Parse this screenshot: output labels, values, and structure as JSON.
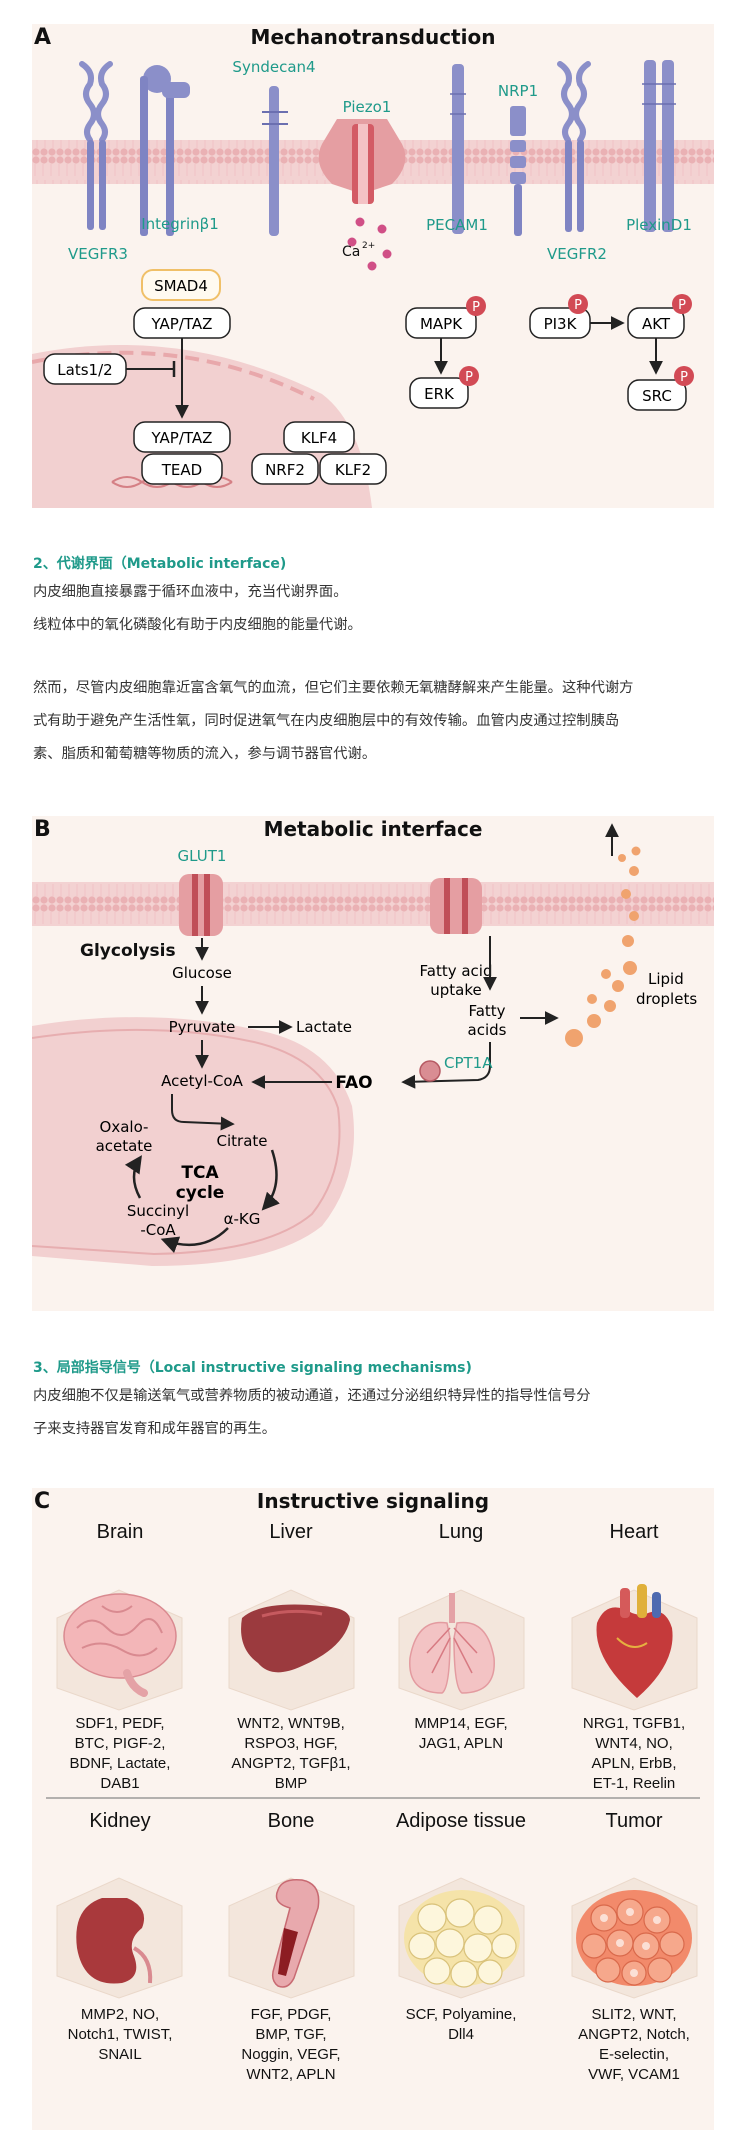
{
  "panelA": {
    "letter": "A",
    "title": "Mechanotransduction",
    "receptors": {
      "vegfr3": "VEGFR3",
      "integrin": "Integrinβ1",
      "syndecan": "Syndecan4",
      "piezo": "Piezo1",
      "pecam": "PECAM1",
      "nrp": "NRP1",
      "vegfr2": "VEGFR2",
      "plexin": "PlexinD1",
      "ca": "Ca",
      "ca_sup": "2+"
    },
    "nodes": {
      "smad4": "SMAD4",
      "yaptaz": "YAP/TAZ",
      "lats": "Lats1/2",
      "yaptaz_nuc": "YAP/TAZ",
      "tead": "TEAD",
      "klf4": "KLF4",
      "nrf2": "NRF2",
      "klf2": "KLF2",
      "mapk": "MAPK",
      "erk": "ERK",
      "pi3k": "PI3K",
      "akt": "AKT",
      "src": "SRC",
      "p": "P"
    }
  },
  "section2": {
    "title": "2、代谢界面（Metabolic interface)",
    "lines": [
      "内皮细胞直接暴露于循环血液中，充当代谢界面。",
      "线粒体中的氧化磷酸化有助于内皮细胞的能量代谢。",
      "然而，尽管内皮细胞靠近富含氧气的血流，但它们主要依赖无氧糖酵解来产生能量。这种代谢方",
      "式有助于避免产生活性氧，同时促进氧气在内皮细胞层中的有效传输。血管内皮通过控制胰岛",
      "素、脂质和葡萄糖等物质的流入，参与调节器官代谢。"
    ]
  },
  "panelB": {
    "letter": "B",
    "title": "Metabolic interface",
    "glut1": "GLUT1",
    "glycolysis": "Glycolysis",
    "glucose": "Glucose",
    "pyruvate": "Pyruvate",
    "lactate": "Lactate",
    "acetyl": "Acetyl-CoA",
    "fao": "FAO",
    "cpt1a": "CPT1A",
    "fa_uptake_1": "Fatty acid",
    "fa_uptake_2": "uptake",
    "fatty_1": "Fatty",
    "fatty_2": "acids",
    "lipid_1": "Lipid",
    "lipid_2": "droplets",
    "oxalo_1": "Oxalo-",
    "oxalo_2": "acetate",
    "citrate": "Citrate",
    "tca_1": "TCA",
    "tca_2": "cycle",
    "succ_1": "Succinyl",
    "succ_2": "-CoA",
    "akg": "α-KG"
  },
  "section3": {
    "title": "3、局部指导信号（Local instructive signaling mechanisms)",
    "lines": [
      "内皮细胞不仅是输送氧气或营养物质的被动通道，还通过分泌组织特异性的指导性信号分",
      "子来支持器官发育和成年器官的再生。"
    ]
  },
  "panelC": {
    "letter": "C",
    "title": "Instructive signaling",
    "organs": [
      {
        "name": "Brain",
        "icon": "brain-icon",
        "factors": [
          "SDF1, PEDF,",
          "BTC, PIGF-2,",
          "BDNF, Lactate,",
          "DAB1"
        ]
      },
      {
        "name": "Liver",
        "icon": "liver-icon",
        "factors": [
          "WNT2, WNT9B,",
          "RSPO3, HGF,",
          "ANGPT2, TGFβ1,",
          "BMP"
        ]
      },
      {
        "name": "Lung",
        "icon": "lung-icon",
        "factors": [
          "MMP14, EGF,",
          "JAG1, APLN"
        ]
      },
      {
        "name": "Heart",
        "icon": "heart-icon",
        "factors": [
          "NRG1, TGFB1,",
          "WNT4, NO,",
          "APLN, ErbB,",
          "ET-1, Reelin"
        ]
      },
      {
        "name": "Kidney",
        "icon": "kidney-icon",
        "factors": [
          "MMP2, NO,",
          "Notch1, TWIST,",
          "SNAIL"
        ]
      },
      {
        "name": "Bone",
        "icon": "bone-icon",
        "factors": [
          "FGF, PDGF,",
          "BMP, TGF,",
          "Noggin, VEGF,",
          "WNT2, APLN"
        ]
      },
      {
        "name": "Adipose tissue",
        "icon": "adipose-icon",
        "factors": [
          "SCF, Polyamine,",
          "Dll4"
        ]
      },
      {
        "name": "Tumor",
        "icon": "tumor-icon",
        "factors": [
          "SLIT2, WNT,",
          "ANGPT2, Notch,",
          "E-selectin,",
          "VWF, VCAM1"
        ]
      }
    ]
  }
}
